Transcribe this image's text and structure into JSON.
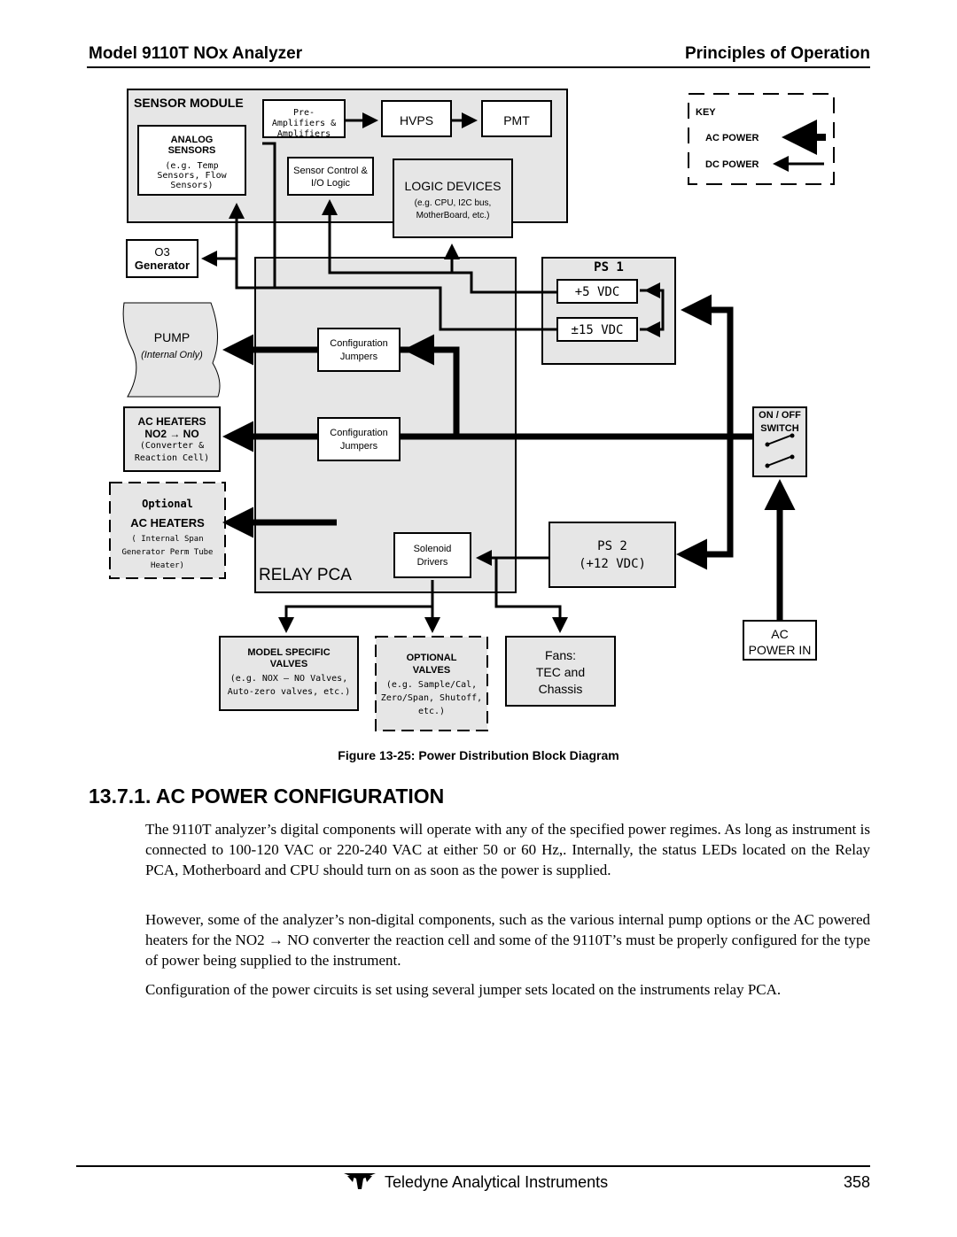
{
  "header": {
    "left": "Model 9110T NOx Analyzer",
    "right": "Principles of Operation"
  },
  "diagram": {
    "sensor_module": "SENSOR MODULE",
    "analog_sensors_title": "ANALOG SENSORS",
    "analog_sensors_note": "(e.g. Temp Sensors, Flow Sensors)",
    "preamps": "Pre-Amplifiers & Amplifiers",
    "hvps": "HVPS",
    "pmt": "PMT",
    "sensor_control": "Sensor Control & I/O Logic",
    "logic_devices": "LOGIC DEVICES",
    "logic_note": "(e.g. CPU, I2C bus, MotherBoard, etc.)",
    "o3": "O3",
    "generator": "Generator",
    "pump": "PUMP",
    "pump_note": "(Internal Only)",
    "ac_heaters_title": "AC HEATERS",
    "ac_heaters_sub": "NO2 → NO",
    "ac_heaters_note": "(Converter & Reaction Cell)",
    "opt_heaters_1": "Optional",
    "opt_heaters_2": "AC HEATERS",
    "opt_heaters_note": "( Internal Span Generator Perm Tube Heater)",
    "config_jumpers_1": "Configuration Jumpers",
    "config_jumpers_2": "Configuration Jumpers",
    "solenoid": "Solenoid Drivers",
    "relay_pca": "RELAY PCA",
    "ps1": "PS 1",
    "v5": "+5 VDC",
    "v15": "±15 VDC",
    "ps2": "PS 2",
    "ps2_v": "(+12 VDC)",
    "on_off": "ON / OFF SWITCH",
    "ac_in_1": "AC",
    "ac_in_2": "POWER IN",
    "key": "KEY",
    "key_ac": "AC POWER",
    "key_dc": "DC POWER",
    "model_valves_title": "MODEL SPECIFIC VALVES",
    "model_valves_note": "(e.g. NOX – NO Valves, Auto-zero valves, etc.)",
    "opt_valves_title": "OPTIONAL VALVES",
    "opt_valves_note": "(e.g. Sample/Cal, Zero/Span, Shutoff, etc.)",
    "fans_1": "Fans:",
    "fans_2": "TEC and",
    "fans_3": "Chassis"
  },
  "figure_caption": "Figure 13-25: Power Distribution Block Diagram",
  "section_title": "13.7.1. AC POWER CONFIGURATION",
  "paragraphs": [
    "The 9110T analyzer’s digital components will operate with any of the specified power regimes. As long as instrument is connected to 100-120 VAC or 220-240 VAC at either 50 or 60 Hz,. Internally, the status LEDs located on the Relay PCA, Motherboard and CPU should turn on as soon as the power is supplied.",
    "However, some of the analyzer’s non-digital components, such as the various internal pump options or the AC powered heaters for the NO2 → NO converter the reaction cell and some of the 9110T’s must be properly configured for the type of power being supplied to the instrument.",
    "Configuration of the power circuits is set using several jumper sets located on the instruments relay PCA."
  ],
  "footer": {
    "company": "Teledyne Analytical Instruments",
    "page": "358"
  }
}
